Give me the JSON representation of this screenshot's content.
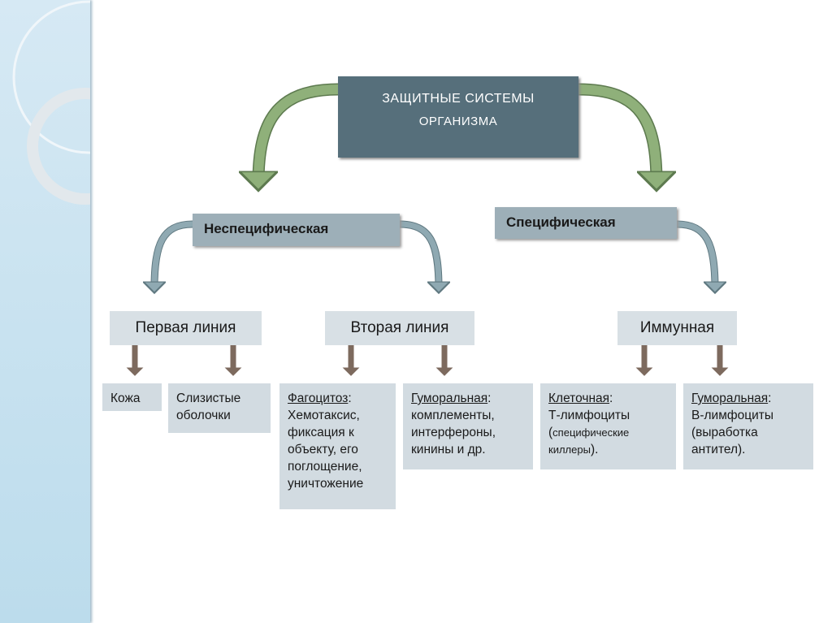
{
  "title": {
    "line1": "Защитные системы",
    "line2": "организма"
  },
  "categories": {
    "nonspecific": "Неспецифическая",
    "specific": "Специфическая"
  },
  "levels": {
    "first": "Первая линия",
    "second": "Вторая линия",
    "immune": "Иммунная"
  },
  "leaves": {
    "skin": "Кожа",
    "mucosa": "Слизистые оболочки",
    "phago_head": "Фагоцитоз",
    "phago_body": "Хемотаксис, фиксация к объекту, его поглощение, уничтожение",
    "humoral1_head": "Гуморальная",
    "humoral1_body": "комплементы, интерфероны, кинины и др.",
    "cell_head": "Клеточная",
    "cell_body1": "Т-лимфоциты (",
    "cell_body2": "специфические киллеры",
    "cell_body3": ").",
    "humoral2_head": "Гуморальная",
    "humoral2_body": "В-лимфоциты (выработка антител)."
  },
  "colors": {
    "title": "#566f7b",
    "green_arrow": "#8fb07a",
    "blue_arrow": "#8fa9b2",
    "brown_arrow": "#7d6a5e"
  }
}
